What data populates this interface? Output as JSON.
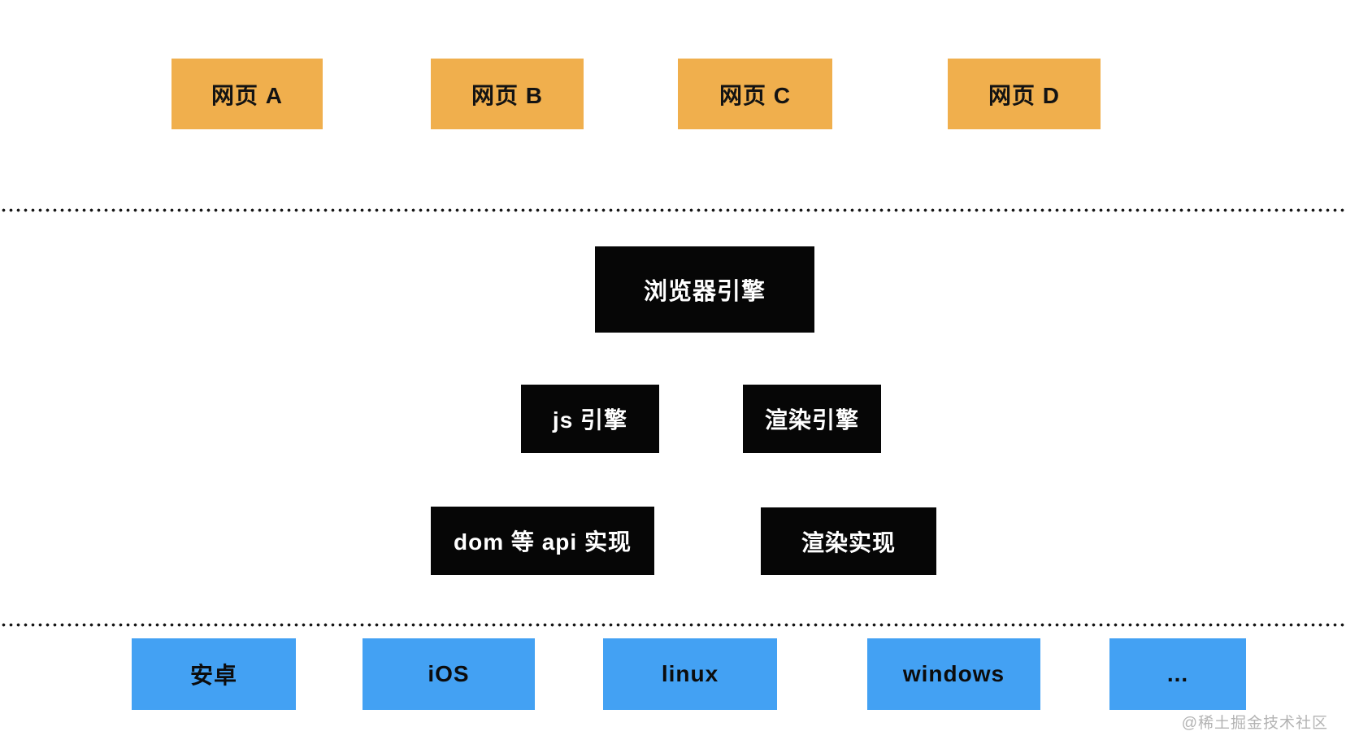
{
  "page": {
    "watermark": "@稀土掘金技术社区",
    "background_color": "#FFFFFF"
  },
  "colors": {
    "webpage_box": "#F0AF4D",
    "engine_box": "#060606",
    "platform_box": "#43A1F3",
    "divider_dots": "#151515",
    "watermark_text": "#B3B3B3",
    "webpage_text": "#131313",
    "engine_text": "#FFFFFF",
    "platform_text": "#0C0C0C"
  },
  "webpages": [
    {
      "label": "网页 A"
    },
    {
      "label": "网页 B"
    },
    {
      "label": "网页 C"
    },
    {
      "label": "网页 D"
    }
  ],
  "browser_engine": {
    "label": "浏览器引擎"
  },
  "engines": [
    {
      "label": "js 引擎"
    },
    {
      "label": "渲染引擎"
    }
  ],
  "implementations": [
    {
      "label": "dom 等 api 实现"
    },
    {
      "label": "渲染实现"
    }
  ],
  "platforms": [
    {
      "label": "安卓"
    },
    {
      "label": "iOS"
    },
    {
      "label": "linux"
    },
    {
      "label": "windows"
    },
    {
      "label": "..."
    }
  ]
}
